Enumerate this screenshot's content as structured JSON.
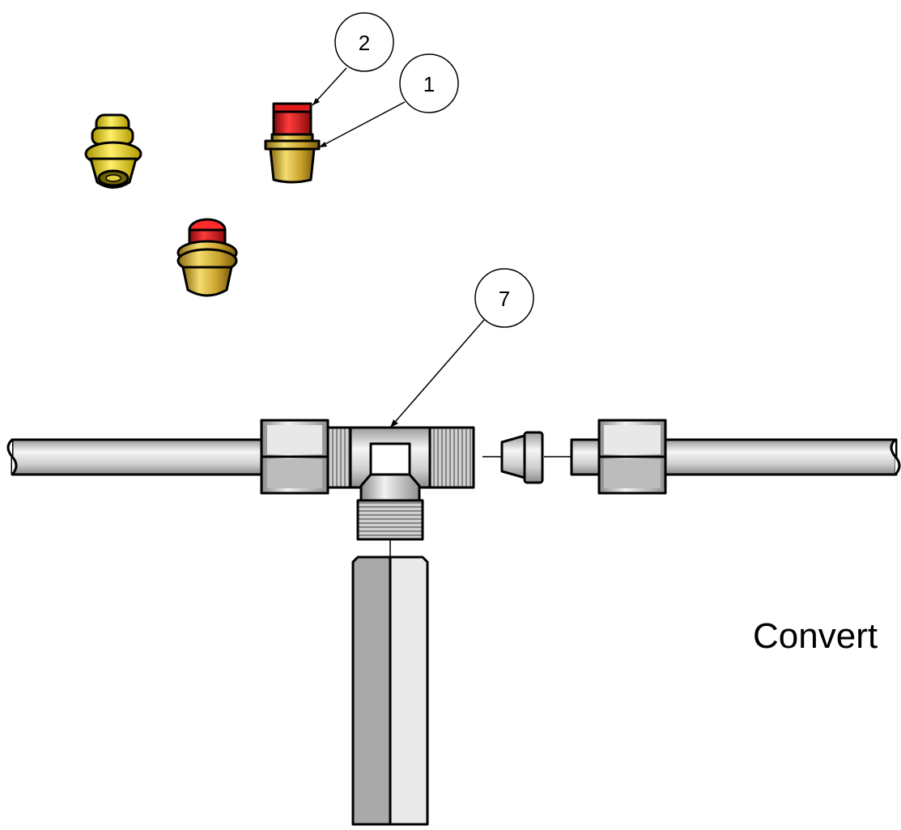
{
  "balloons": [
    {
      "id": "balloon-2",
      "number": "2"
    },
    {
      "id": "balloon-1",
      "number": "1"
    },
    {
      "id": "balloon-7",
      "number": "7"
    }
  ],
  "side_text": "Convert",
  "colors": {
    "brass": "#d9b43a",
    "brass_light": "#f0d768",
    "brass_dark": "#9c7b18",
    "red_cap": "#e01b1b",
    "red_dark": "#8e0b0b",
    "steel": "#d4d4d4",
    "steel_light": "#f2f2f2",
    "steel_dark": "#8f8f8f",
    "yellow_part": "#f2df2a"
  }
}
